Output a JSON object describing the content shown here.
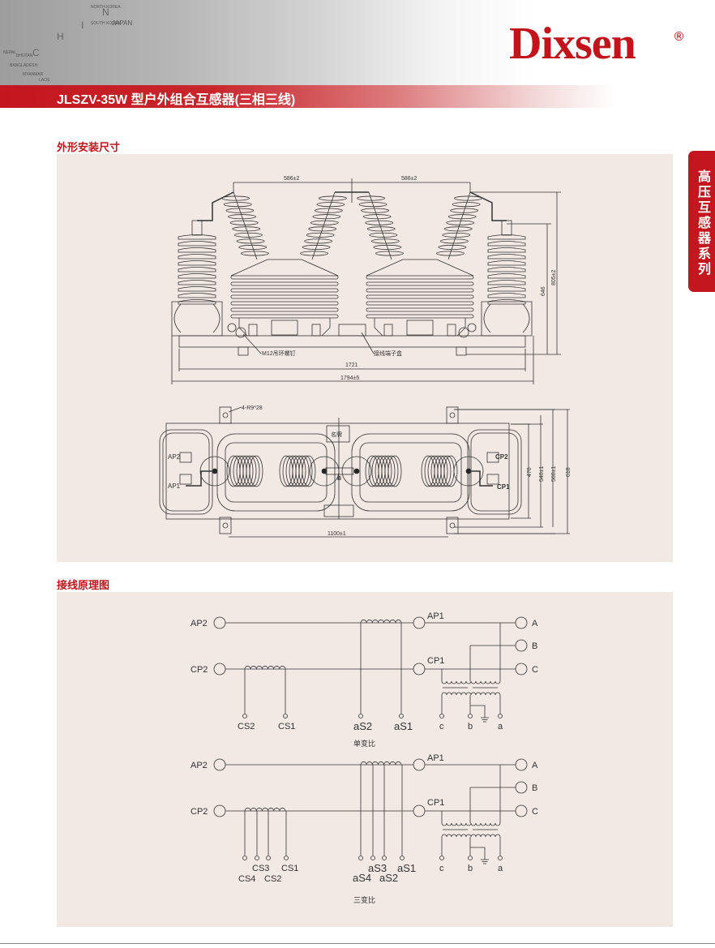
{
  "header": {
    "brand": "Dixsen",
    "registered_mark": "®",
    "product_title": "JLSZV-35W 型户外组合互感器(三相三线)",
    "map_labels": [
      "C",
      "H",
      "I",
      "N",
      "NORTH KOREA",
      "SOUTH KOREA",
      "JAPAN",
      "NEPAL",
      "BHUTAN",
      "BANGLADESH",
      "MYANMAR",
      "LAOS"
    ]
  },
  "side_tab": {
    "label": "高压互感器系列"
  },
  "colors": {
    "brand_red": "#c3131b",
    "panel_bg": "#f2e9e5"
  },
  "section_outline": {
    "title": "外形安装尺寸",
    "front_view": {
      "dim_top_left": "586±2",
      "dim_top_right": "586±2",
      "dim_height_total": "805±2",
      "dim_height_terminal": "646",
      "dim_base": "1721",
      "dim_overall": "1794±5",
      "label_lifting_bolt": "M12吊环螺钉",
      "label_terminal_box": "接线端子盒"
    },
    "top_view": {
      "hole_label": "4-R9*28",
      "nameplate": "名牌",
      "dim_470": "470",
      "dim_540": "540±1",
      "dim_560": "560±1",
      "dim_618": "618",
      "dim_1100": "1100±1",
      "mark_b": "B",
      "terminals": {
        "ap2": "AP2",
        "ap1": "AP1",
        "cp2": "CP2",
        "cp1": "CP1"
      }
    }
  },
  "section_wiring": {
    "title": "接线原理图",
    "diagrams": [
      {
        "caption": "单变比",
        "primary": {
          "ap2": "AP2",
          "ap1": "AP1",
          "cp2": "CP2",
          "cp1": "CP1"
        },
        "outputs": [
          "A",
          "B",
          "C"
        ],
        "c_taps": [
          "CS2",
          "CS1"
        ],
        "a_taps": [
          "aS2",
          "aS1"
        ],
        "pt_secondary": [
          "c",
          "b",
          "a"
        ]
      },
      {
        "caption": "三变比",
        "primary": {
          "ap2": "AP2",
          "ap1": "AP1",
          "cp2": "CP2",
          "cp1": "CP1"
        },
        "outputs": [
          "A",
          "B",
          "C"
        ],
        "c_taps": [
          "CS4",
          "CS3",
          "CS2",
          "CS1"
        ],
        "a_taps": [
          "aS4",
          "aS3",
          "aS2",
          "aS1"
        ],
        "pt_secondary": [
          "c",
          "b",
          "a"
        ]
      }
    ]
  }
}
